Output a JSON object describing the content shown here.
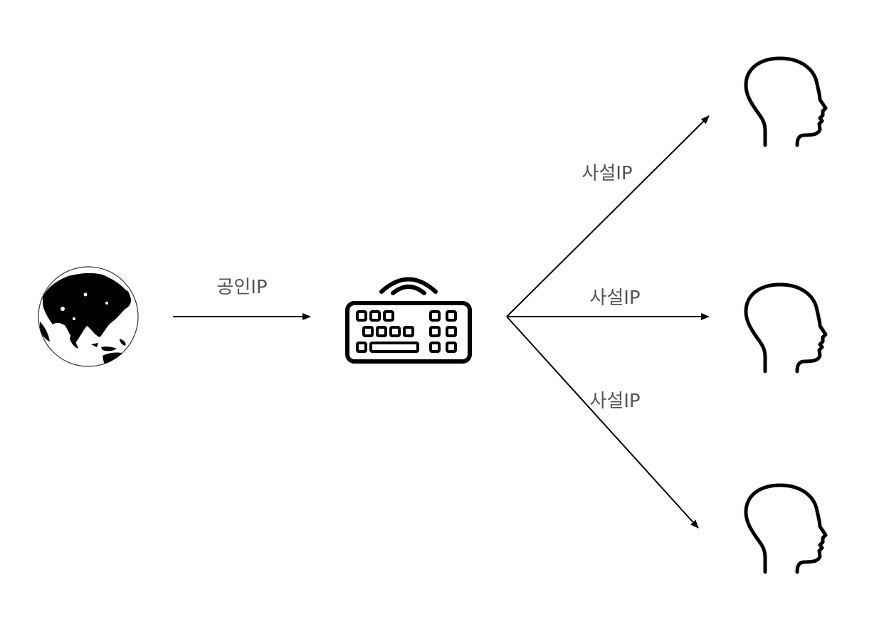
{
  "nodes": {
    "internet": {
      "icon": "globe-icon"
    },
    "router": {
      "icon": "wireless-keyboard-icon"
    },
    "users": [
      {
        "icon": "person-head-icon"
      },
      {
        "icon": "person-head-icon"
      },
      {
        "icon": "person-head-icon"
      }
    ]
  },
  "edges": {
    "public": {
      "label": "공인IP"
    },
    "private": [
      {
        "label": "사설IP"
      },
      {
        "label": "사설IP"
      },
      {
        "label": "사설IP"
      }
    ]
  },
  "colors": {
    "line": "#000000",
    "label": "#555555",
    "background": "#ffffff"
  }
}
